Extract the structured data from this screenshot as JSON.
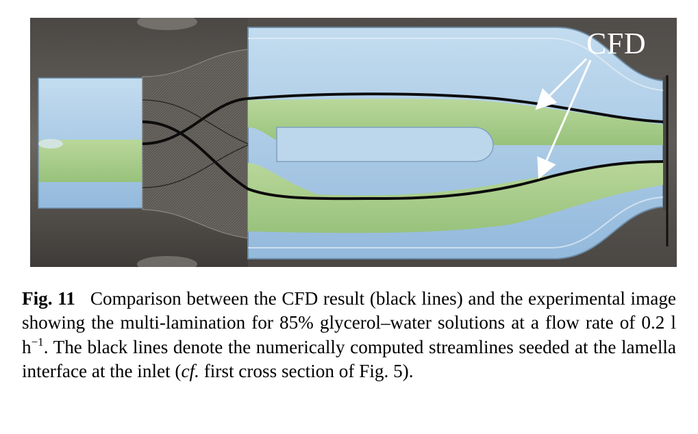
{
  "figure": {
    "callout_label": "CFD",
    "colors": {
      "background_dark": "#3a3836",
      "background_mid": "#625e5a",
      "channel_blue": "#a9c9e6",
      "channel_green": "#a7cc8c",
      "streamline": "#0c0c0c",
      "arrow": "#ffffff"
    }
  },
  "caption": {
    "fig_label": "Fig. 11",
    "text_1": "Comparison between the CFD result (black lines) and the experimental image showing the multi-lamination for 85% glycerol–water solutions at a flow rate of 0.2 l h",
    "unit_exponent": "−1",
    "text_2": ". The black lines denote the numerically computed streamlines seeded at the lamella interface at the inlet (",
    "cf": "cf.",
    "text_3": " first cross section of Fig. 5)."
  }
}
